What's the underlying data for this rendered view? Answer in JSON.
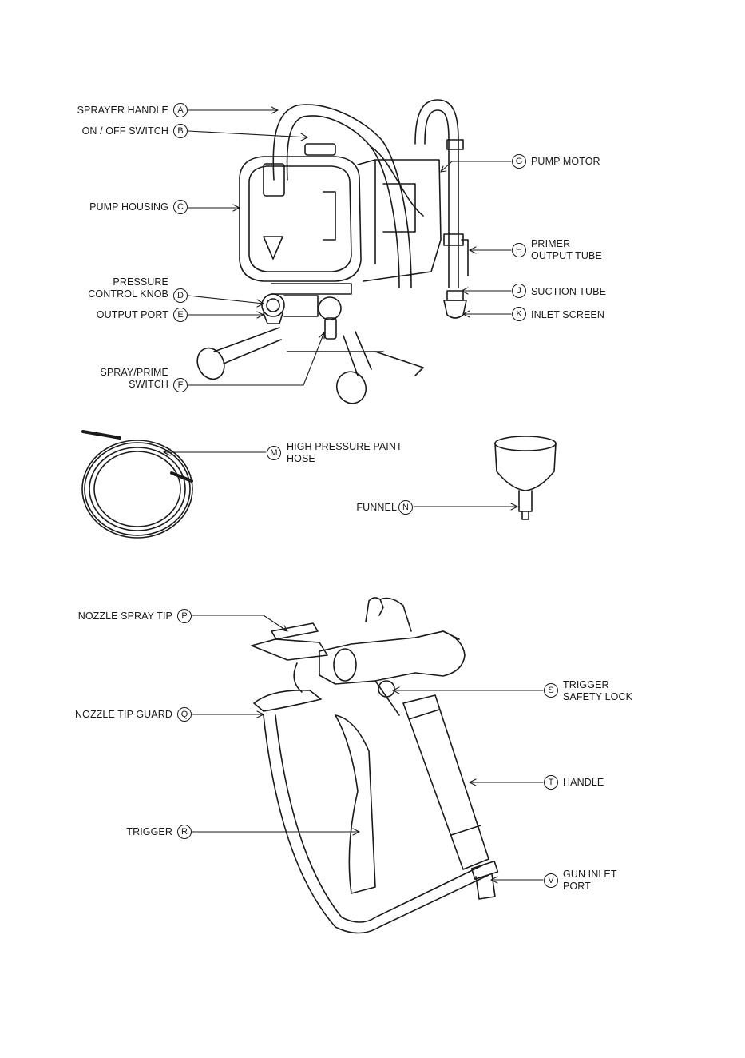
{
  "callouts": [
    {
      "letter": "A",
      "text": "SPRAYER HANDLE"
    },
    {
      "letter": "B",
      "text": "ON / OFF SWITCH"
    },
    {
      "letter": "C",
      "text": "PUMP HOUSING"
    },
    {
      "letter": "D",
      "line1": "PRESSURE",
      "line2": "CONTROL KNOB"
    },
    {
      "letter": "E",
      "text": "OUTPUT PORT"
    },
    {
      "letter": "F",
      "line1": "SPRAY/PRIME",
      "line2": "SWITCH"
    },
    {
      "letter": "G",
      "text": "PUMP MOTOR"
    },
    {
      "letter": "H",
      "line1": "PRIMER",
      "line2": "OUTPUT TUBE"
    },
    {
      "letter": "J",
      "text": "SUCTION TUBE"
    },
    {
      "letter": "K",
      "text": "INLET SCREEN"
    },
    {
      "letter": "M",
      "line1": "HIGH PRESSURE PAINT",
      "line2": "HOSE"
    },
    {
      "letter": "N",
      "text": "FUNNEL"
    },
    {
      "letter": "P",
      "text": "NOZZLE SPRAY TIP"
    },
    {
      "letter": "Q",
      "text": "NOZZLE TIP GUARD"
    },
    {
      "letter": "R",
      "text": "TRIGGER"
    },
    {
      "letter": "S",
      "line1": "TRIGGER",
      "line2": "SAFETY LOCK"
    },
    {
      "letter": "T",
      "text": "HANDLE"
    },
    {
      "letter": "V",
      "line1": "GUN INLET",
      "line2": "PORT"
    }
  ]
}
